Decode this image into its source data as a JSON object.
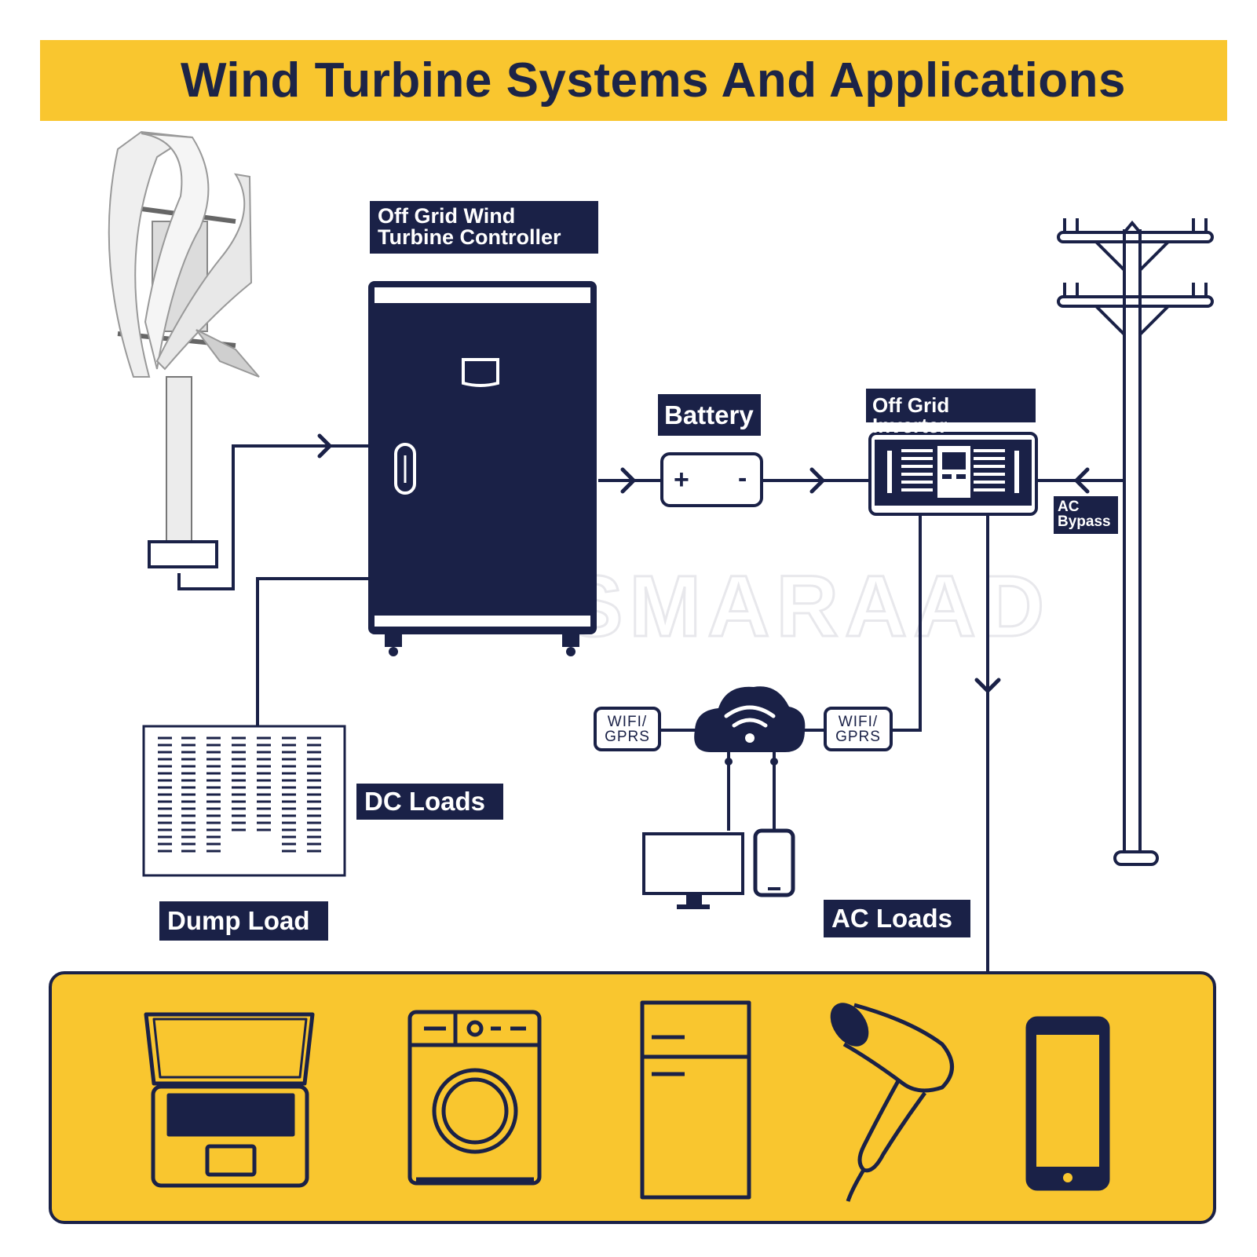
{
  "title": "Wind Turbine Systems And Applications",
  "labels": {
    "controller_line1": "Off Grid Wind",
    "controller_line2": "Turbine Controller",
    "battery": "Battery",
    "inverter": "Off Grid Inverter",
    "ac_bypass_line1": "AC",
    "ac_bypass_line2": "Bypass",
    "dc_loads": "DC Loads",
    "dump_load": "Dump Load",
    "ac_loads": "AC Loads"
  },
  "wifi_tags": {
    "left_line1": "WIFI/",
    "left_line2": "GPRS",
    "right_line1": "WIFI/",
    "right_line2": "GPRS"
  },
  "battery_symbols": {
    "plus": "+",
    "minus": "-"
  },
  "watermark": "SMARAAD",
  "colors": {
    "accent_yellow": "#f9c62f",
    "navy": "#1a2147",
    "line": "#1a2147"
  },
  "appliances": [
    "laptop-icon",
    "washing-machine-icon",
    "refrigerator-icon",
    "hair-dryer-icon",
    "smartphone-icon"
  ]
}
